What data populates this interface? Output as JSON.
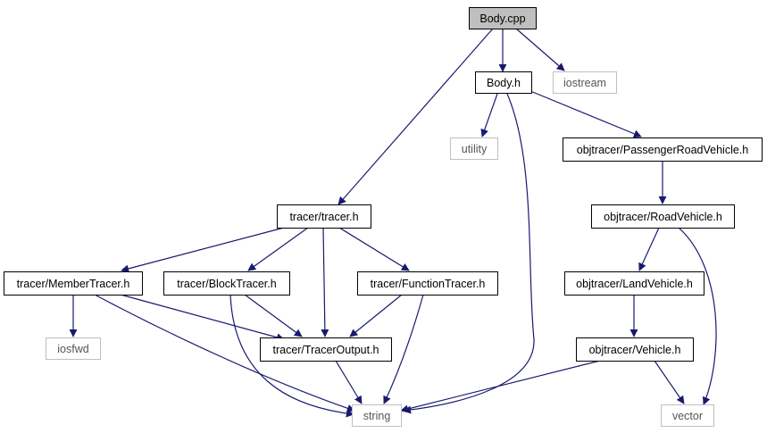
{
  "nodes": {
    "body_cpp": "Body.cpp",
    "body_h": "Body.h",
    "iostream": "iostream",
    "utility": "utility",
    "passenger": "objtracer/PassengerRoadVehicle.h",
    "roadvehicle": "objtracer/RoadVehicle.h",
    "landvehicle": "objtracer/LandVehicle.h",
    "vehicle": "objtracer/Vehicle.h",
    "tracer": "tracer/tracer.h",
    "membertracer": "tracer/MemberTracer.h",
    "blocktracer": "tracer/BlockTracer.h",
    "functiontracer": "tracer/FunctionTracer.h",
    "traceroutput": "tracer/TracerOutput.h",
    "iosfwd": "iosfwd",
    "string": "string",
    "vector": "vector"
  },
  "colors": {
    "edge": "#191970",
    "node_border": "#000000",
    "external_border": "#bfbfbf",
    "root_fill": "#bfbfbf"
  }
}
